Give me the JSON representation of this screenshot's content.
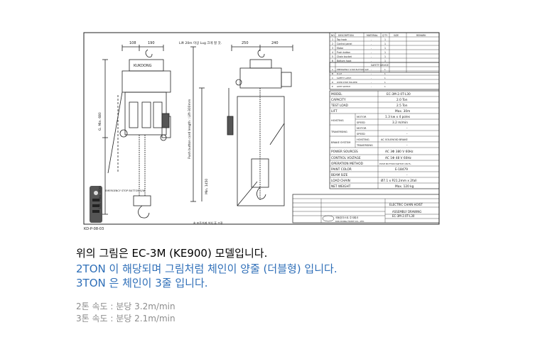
{
  "drawing": {
    "top_dims": [
      "108",
      "190",
      "250",
      "240"
    ],
    "brand": "KUKDONG",
    "lift_note": "Lift 20m 이상 Lug 크게 할 것.",
    "push_cord": "Push button cord length : Lift-300mm",
    "dim_g": "G. Min. 680",
    "dim_lift": "Lift. Max. 30m",
    "dim_min": "Min. 1450",
    "emergency": "EMERGENCY STOP BUTTON S/W",
    "bottom_note": "※ 표준설계 설치 후 조정",
    "drawing_no": "KD-P-08-03",
    "parts_header": [
      "NO",
      "DESCRIPTION",
      "MATERIAL",
      "Q'TY",
      "SIZE",
      "REMARK"
    ],
    "parts_rows": [
      [
        "1",
        "Top hook",
        "-",
        "1"
      ],
      [
        "2",
        "Control panel",
        "-",
        "1"
      ],
      [
        "3",
        "Motor",
        "-",
        "1"
      ],
      [
        "4",
        "Push button",
        "-",
        "1"
      ],
      [
        "5",
        "Chain bucket",
        "-",
        "1"
      ],
      [
        "6",
        "Bottom hook",
        "-",
        "1"
      ]
    ],
    "safety_title": "SAFETY DEVICE",
    "safety_rows": [
      [
        "A",
        "EMERGENCY STOP BUTTON S/W",
        "-",
        "1"
      ],
      [
        "B",
        "O.L.P",
        "-",
        "1"
      ],
      [
        "C",
        "SAFETY LATCH",
        "-",
        "1"
      ],
      [
        "D",
        "OVER STOP HOLDER",
        "-",
        "1"
      ],
      [
        "E",
        "LIMIT SWITCH",
        "-",
        "1"
      ]
    ],
    "spec_rows": [
      [
        "MODEL",
        "",
        "EC-3M-2.0T-L30"
      ],
      [
        "CAPACITY",
        "",
        "2.0 Ton"
      ],
      [
        "TEST LOAD",
        "",
        "2.5 Ton"
      ],
      [
        "LIFT",
        "",
        "Max. 30m"
      ],
      [
        "HOISTING",
        "MOTOR",
        "1.3 kw x 4 poles"
      ],
      [
        "",
        "SPEED",
        "3.2 m/min"
      ],
      [
        "TRAVERSING",
        "MOTOR",
        "-"
      ],
      [
        "",
        "SPEED",
        "-"
      ],
      [
        "BRAKE SYSTEM",
        "HOISTING",
        "AC SOLENOID BRAKE"
      ],
      [
        "",
        "TRAVERSING",
        "-"
      ],
      [
        "POWER SOURCES",
        "",
        "AC 3Φ 380 V 60Hz"
      ],
      [
        "CONTROL VOLTAGE",
        "",
        "AC 1Φ 48 V 60Hz"
      ],
      [
        "OPERATION METHOD",
        "",
        "PUSH BUTTON SWITCH ON FL."
      ],
      [
        "PAINT COLOR",
        "",
        "E-18479"
      ],
      [
        "BEAM SIZE",
        "",
        "-"
      ],
      [
        "LOAD CHAIN",
        "",
        "Ø7.1 x P21.2mm x 2fall"
      ],
      [
        "NET WEIGHT",
        "",
        "Max. 120 kg"
      ]
    ],
    "title_block": [
      "ELECTRIC CHAIN HOIST",
      "ASSEMBLY DRAWING",
      "EC-3M-2.0T-L30"
    ],
    "company": "국동호이스트 주식회사",
    "company_en": "KUK DONG HOIST CO., LTD."
  },
  "captions": {
    "line1": "위의 그림은 EC-3M (KE900) 모델입니다.",
    "line2": "2TON 이 해당되며 그림처럼 체인이 양줄 (더블형) 입니다.",
    "line3": "3TON 은 체인이 3줄 입니다."
  },
  "speeds": {
    "line1": "2톤 속도 :  분당 3.2m/min",
    "line2": "3톤 속도 :  분당 2.1m/min"
  }
}
